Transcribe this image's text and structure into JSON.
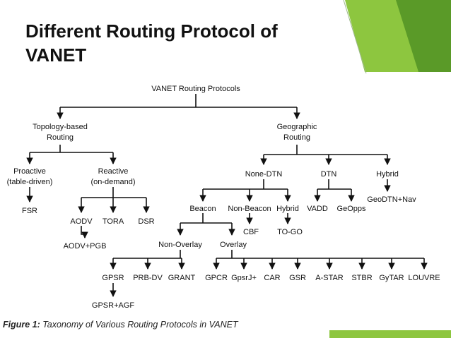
{
  "slide": {
    "title_line1": "Different Routing Protocol of",
    "title_line2": "VANET"
  },
  "caption": {
    "label": "Figure 1:",
    "text": "Taxonomy of Various Routing Protocols in VANET"
  },
  "theme": {
    "accent_light": "#8dc63f",
    "accent_dark": "#5a9a28",
    "line": "#111111"
  },
  "diagram": {
    "nodes": [
      {
        "id": "root",
        "label": "VANET Routing Protocols"
      },
      {
        "id": "topo",
        "label": "Topology-based",
        "label2": "Routing"
      },
      {
        "id": "geo",
        "label": "Geographic",
        "label2": "Routing"
      },
      {
        "id": "proactive",
        "label": "Proactive",
        "label2": "(table-driven)"
      },
      {
        "id": "reactive",
        "label": "Reactive",
        "label2": "(on-demand)"
      },
      {
        "id": "fsr",
        "label": "FSR"
      },
      {
        "id": "aodv",
        "label": "AODV"
      },
      {
        "id": "tora",
        "label": "TORA"
      },
      {
        "id": "dsr",
        "label": "DSR"
      },
      {
        "id": "aodvpgb",
        "label": "AODV+PGB"
      },
      {
        "id": "nonedtn",
        "label": "None-DTN"
      },
      {
        "id": "dtn",
        "label": "DTN"
      },
      {
        "id": "hybrid",
        "label": "Hybrid"
      },
      {
        "id": "beacon",
        "label": "Beacon"
      },
      {
        "id": "nonbeacon",
        "label": "Non-Beacon"
      },
      {
        "id": "hybrid2",
        "label": "Hybrid"
      },
      {
        "id": "cbf",
        "label": "CBF"
      },
      {
        "id": "togo",
        "label": "TO-GO"
      },
      {
        "id": "vadd",
        "label": "VADD"
      },
      {
        "id": "geoopps",
        "label": "GeOpps"
      },
      {
        "id": "geodtnnav",
        "label": "GeoDTN+Nav"
      },
      {
        "id": "nonoverlay",
        "label": "Non-Overlay"
      },
      {
        "id": "overlay",
        "label": "Overlay"
      },
      {
        "id": "gpsr",
        "label": "GPSR"
      },
      {
        "id": "prbdv",
        "label": "PRB-DV"
      },
      {
        "id": "grant",
        "label": "GRANT"
      },
      {
        "id": "gpcr",
        "label": "GPCR"
      },
      {
        "id": "gpsrj",
        "label": "GpsrJ+"
      },
      {
        "id": "car",
        "label": "CAR"
      },
      {
        "id": "gsr",
        "label": "GSR"
      },
      {
        "id": "astar",
        "label": "A-STAR"
      },
      {
        "id": "stbr",
        "label": "STBR"
      },
      {
        "id": "gytar",
        "label": "GyTAR"
      },
      {
        "id": "louvre",
        "label": "LOUVRE"
      },
      {
        "id": "gpsragf",
        "label": "GPSR+AGF"
      }
    ]
  }
}
